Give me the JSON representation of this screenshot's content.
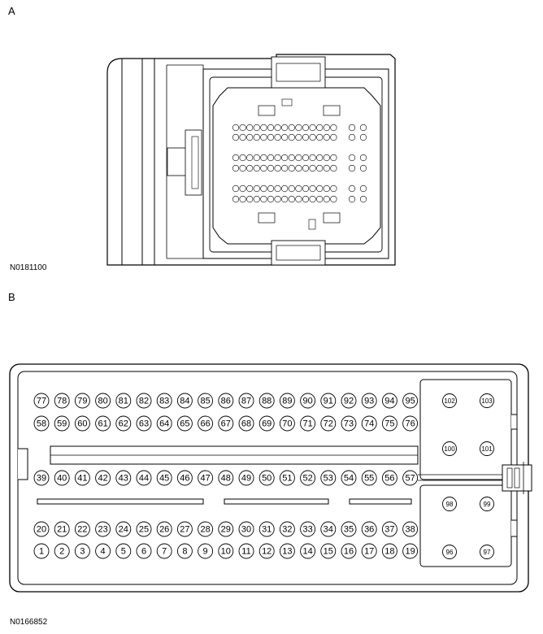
{
  "figure_a": {
    "label": "A",
    "code": "N0181100"
  },
  "figure_b": {
    "label": "B",
    "code": "N0166852",
    "rows": [
      [
        77,
        78,
        79,
        80,
        81,
        82,
        83,
        84,
        85,
        86,
        87,
        88,
        89,
        90,
        91,
        92,
        93,
        94,
        95
      ],
      [
        58,
        59,
        60,
        61,
        62,
        63,
        64,
        65,
        66,
        67,
        68,
        69,
        70,
        71,
        72,
        73,
        74,
        75,
        76
      ],
      [
        39,
        40,
        41,
        42,
        43,
        44,
        45,
        46,
        47,
        48,
        49,
        50,
        51,
        52,
        53,
        54,
        55,
        56,
        57
      ],
      [
        20,
        21,
        22,
        23,
        24,
        25,
        26,
        27,
        28,
        29,
        30,
        31,
        32,
        33,
        34,
        35,
        36,
        37,
        38
      ],
      [
        1,
        2,
        3,
        4,
        5,
        6,
        7,
        8,
        9,
        10,
        11,
        12,
        13,
        14,
        15,
        16,
        17,
        18,
        19
      ]
    ],
    "side_rows": [
      [
        102,
        103
      ],
      [
        100,
        101
      ],
      [
        98,
        99
      ],
      [
        96,
        97
      ]
    ]
  }
}
